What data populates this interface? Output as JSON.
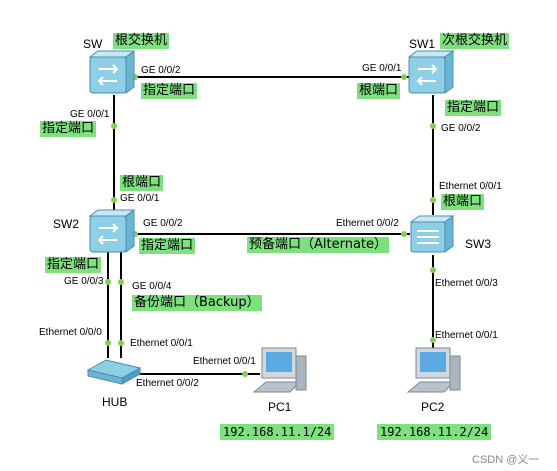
{
  "devices": {
    "sw": {
      "name": "SW",
      "role": "根交换机"
    },
    "sw1": {
      "name": "SW1",
      "role": "次根交换机"
    },
    "sw2": {
      "name": "SW2"
    },
    "sw3": {
      "name": "SW3"
    },
    "hub": {
      "name": "HUB"
    },
    "pc1": {
      "name": "PC1",
      "ip": "192.168.11.1/24"
    },
    "pc2": {
      "name": "PC2",
      "ip": "192.168.11.2/24"
    }
  },
  "ports": {
    "sw_g002": "GE 0/0/2",
    "sw1_g001": "GE 0/0/1",
    "sw_g001": "GE 0/0/1",
    "sw1_g002": "GE 0/0/2",
    "sw2_g001": "GE 0/0/1",
    "sw3_e001": "Ethernet 0/0/1",
    "sw2_g002": "GE 0/0/2",
    "sw3_e002": "Ethernet 0/0/2",
    "sw2_g003": "GE 0/0/3",
    "sw2_g004": "GE 0/0/4",
    "sw3_e003": "Ethernet 0/0/3",
    "hub_e000": "Ethernet 0/0/0",
    "hub_e001": "Ethernet 0/0/1",
    "hub_e002": "Ethernet 0/0/2",
    "pc1_e001": "Ethernet 0/0/1",
    "pc2_e001": "Ethernet 0/0/1"
  },
  "roles": {
    "designated": "指定端口",
    "root": "根端口",
    "alternate": "预备端口（Alternate）",
    "backup": "备份端口（Backup）"
  },
  "watermark": "CSDN @义一",
  "colors": {
    "tag_bg": "#7ee07e",
    "port_dot": "#7fd14f",
    "device": "#8ecfe6",
    "link": "#000000"
  }
}
